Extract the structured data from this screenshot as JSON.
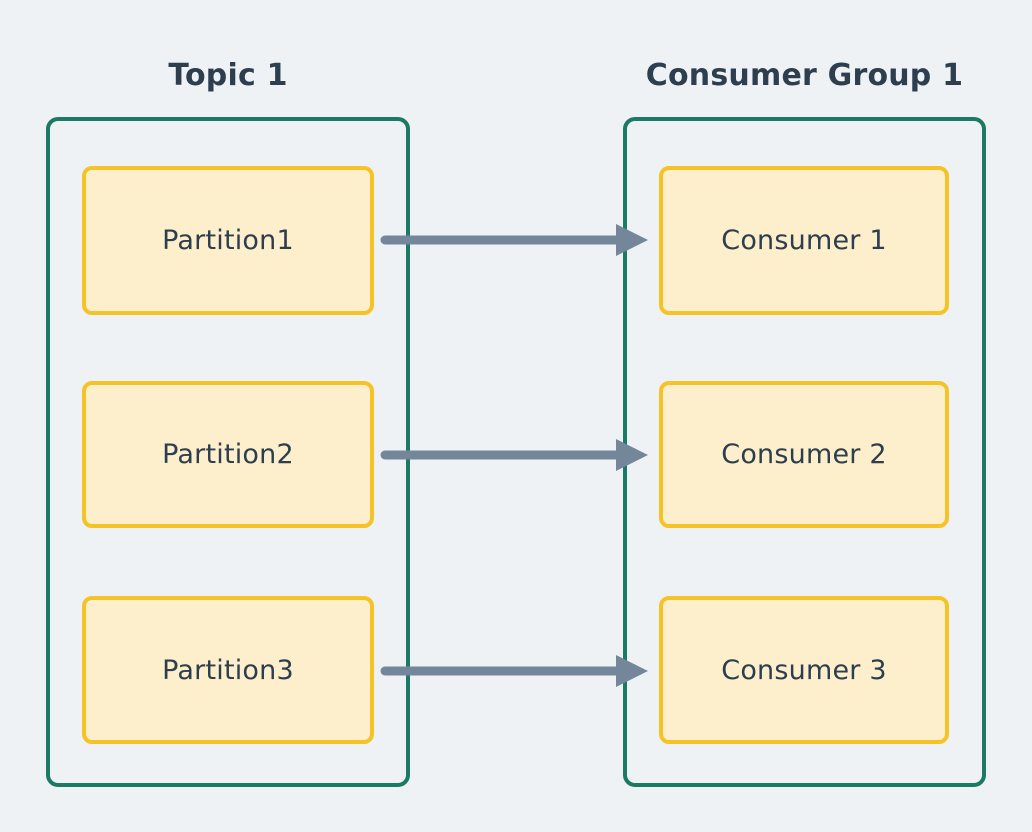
{
  "diagram": {
    "type": "kafka-consumer-group-mapping",
    "background_color": "#eef2f5",
    "container_border_color": "#1b7a64",
    "node_fill_color": "#fdefcb",
    "node_border_color": "#f6c327",
    "text_color": "#2d3e4e",
    "arrow_color": "#74869a",
    "left_column": {
      "title": "Topic 1",
      "nodes": [
        {
          "label": "Partition1"
        },
        {
          "label": "Partition2"
        },
        {
          "label": "Partition3"
        }
      ]
    },
    "right_column": {
      "title": "Consumer Group 1",
      "nodes": [
        {
          "label": "Consumer 1"
        },
        {
          "label": "Consumer 2"
        },
        {
          "label": "Consumer 3"
        }
      ]
    },
    "connections": [
      {
        "from": "Partition1",
        "to": "Consumer 1",
        "direction": "right"
      },
      {
        "from": "Partition2",
        "to": "Consumer 2",
        "direction": "right"
      },
      {
        "from": "Partition3",
        "to": "Consumer 3",
        "direction": "right"
      }
    ]
  }
}
